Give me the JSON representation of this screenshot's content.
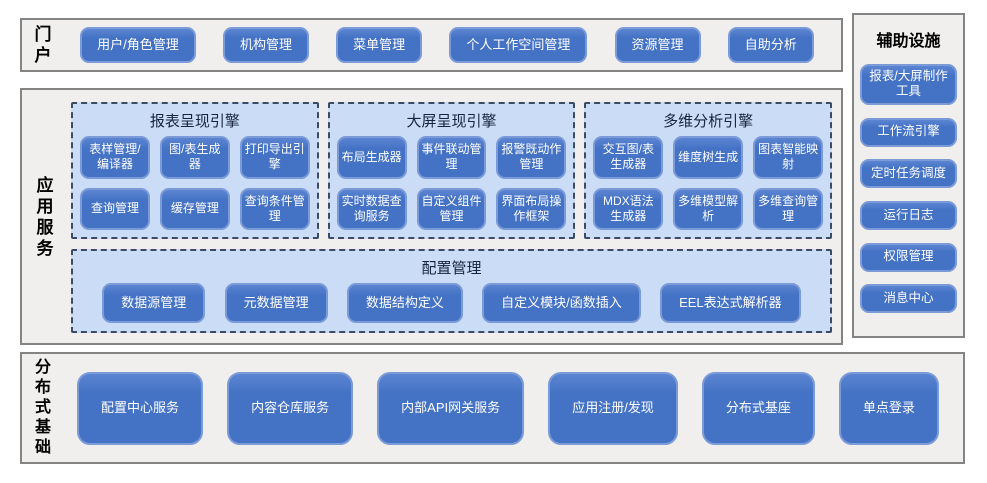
{
  "colors": {
    "button_blue": "#4472c4",
    "button_border": "#7b9ad8",
    "panel_gray": "#f0efee",
    "panel_border": "#848484",
    "dashed_box_fill": "#cbdcf6",
    "dashed_box_border": "#3c4a66",
    "dark_text": "#17233f"
  },
  "portal": {
    "label": "门户",
    "buttons": [
      "用户/角色管理",
      "机构管理",
      "菜单管理",
      "个人工作空间管理",
      "资源管理",
      "自助分析"
    ]
  },
  "app_services": {
    "label": "应用服务",
    "engines": [
      {
        "title": "报表呈现引擎",
        "buttons": [
          "表样管理/编译器",
          "图/表生成器",
          "打印导出引擎",
          "查询管理",
          "缓存管理",
          "查询条件管理"
        ]
      },
      {
        "title": "大屏呈现引擎",
        "buttons": [
          "布局生成器",
          "事件联动管理",
          "报警既动作管理",
          "实时数据查询服务",
          "自定义组件管理",
          "界面布局操作框架"
        ]
      },
      {
        "title": "多维分析引擎",
        "buttons": [
          "交互图/表生成器",
          "维度树生成",
          "图表智能映射",
          "MDX语法生成器",
          "多维模型解析",
          "多维查询管理"
        ]
      }
    ],
    "config": {
      "title": "配置管理",
      "buttons": [
        "数据源管理",
        "元数据管理",
        "数据结构定义",
        "自定义模块/函数插入",
        "EEL表达式解析器"
      ]
    }
  },
  "foundation": {
    "label": "分布式基础",
    "buttons": [
      "配置中心服务",
      "内容仓库服务",
      "内部API网关服务",
      "应用注册/发现",
      "分布式基座",
      "单点登录"
    ]
  },
  "auxiliary": {
    "title": "辅助设施",
    "buttons": [
      "报表/大屏制作工具",
      "工作流引擎",
      "定时任务调度",
      "运行日志",
      "权限管理",
      "消息中心"
    ]
  }
}
